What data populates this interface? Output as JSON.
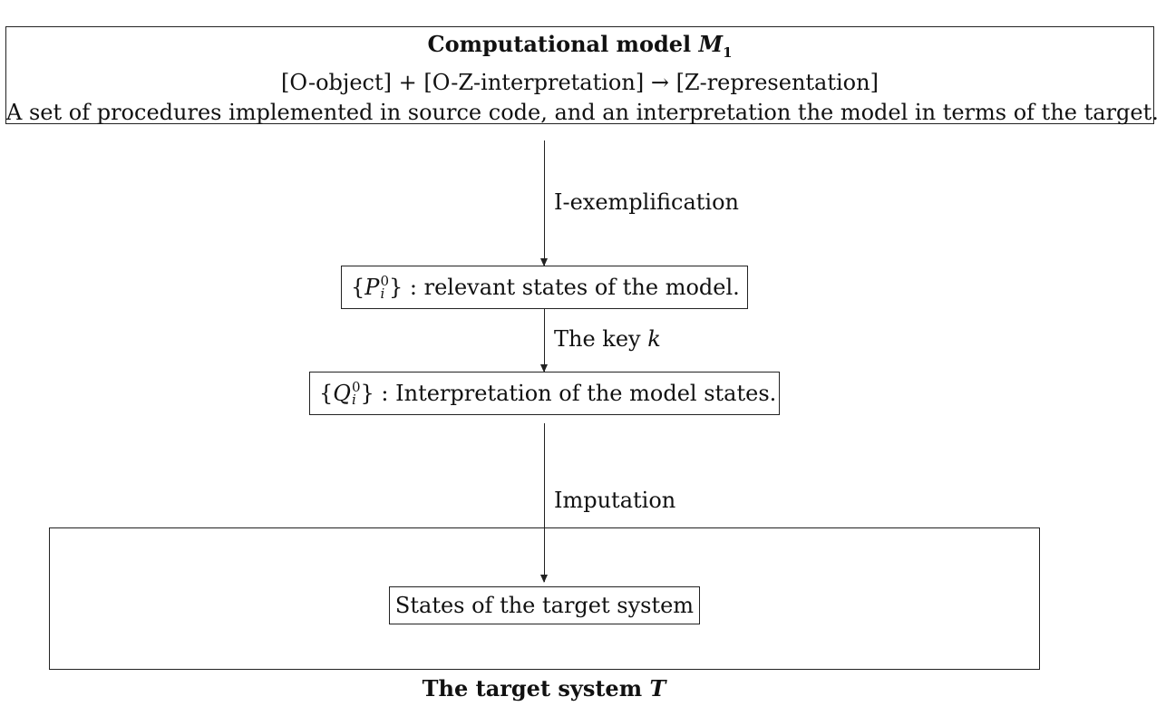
{
  "model": {
    "title_prefix": "Computational model ",
    "title_symbol": "M",
    "title_subscript": "1",
    "formula": "[O-object] + [O-Z-interpretation] → [Z-representation]",
    "description": "A set of procedures implemented in source code, and an interpretation the model in terms of the target."
  },
  "edges": {
    "i_exemplification": "I-exemplification",
    "key_prefix": "The key ",
    "key_symbol": "k",
    "imputation": "Imputation"
  },
  "model_states": {
    "open_brace": "{",
    "symbol": "P",
    "superscript": "0",
    "subscript": "i",
    "close_brace": "}",
    "label": " : relevant states of the model."
  },
  "interpretation_states": {
    "open_brace": "{",
    "symbol": "Q",
    "superscript": "0",
    "subscript": "i",
    "close_brace": "}",
    "label": " : Interpretation of the model states."
  },
  "target": {
    "inner_label": "States of the target system",
    "caption_prefix": "The target system ",
    "caption_symbol": "T"
  }
}
